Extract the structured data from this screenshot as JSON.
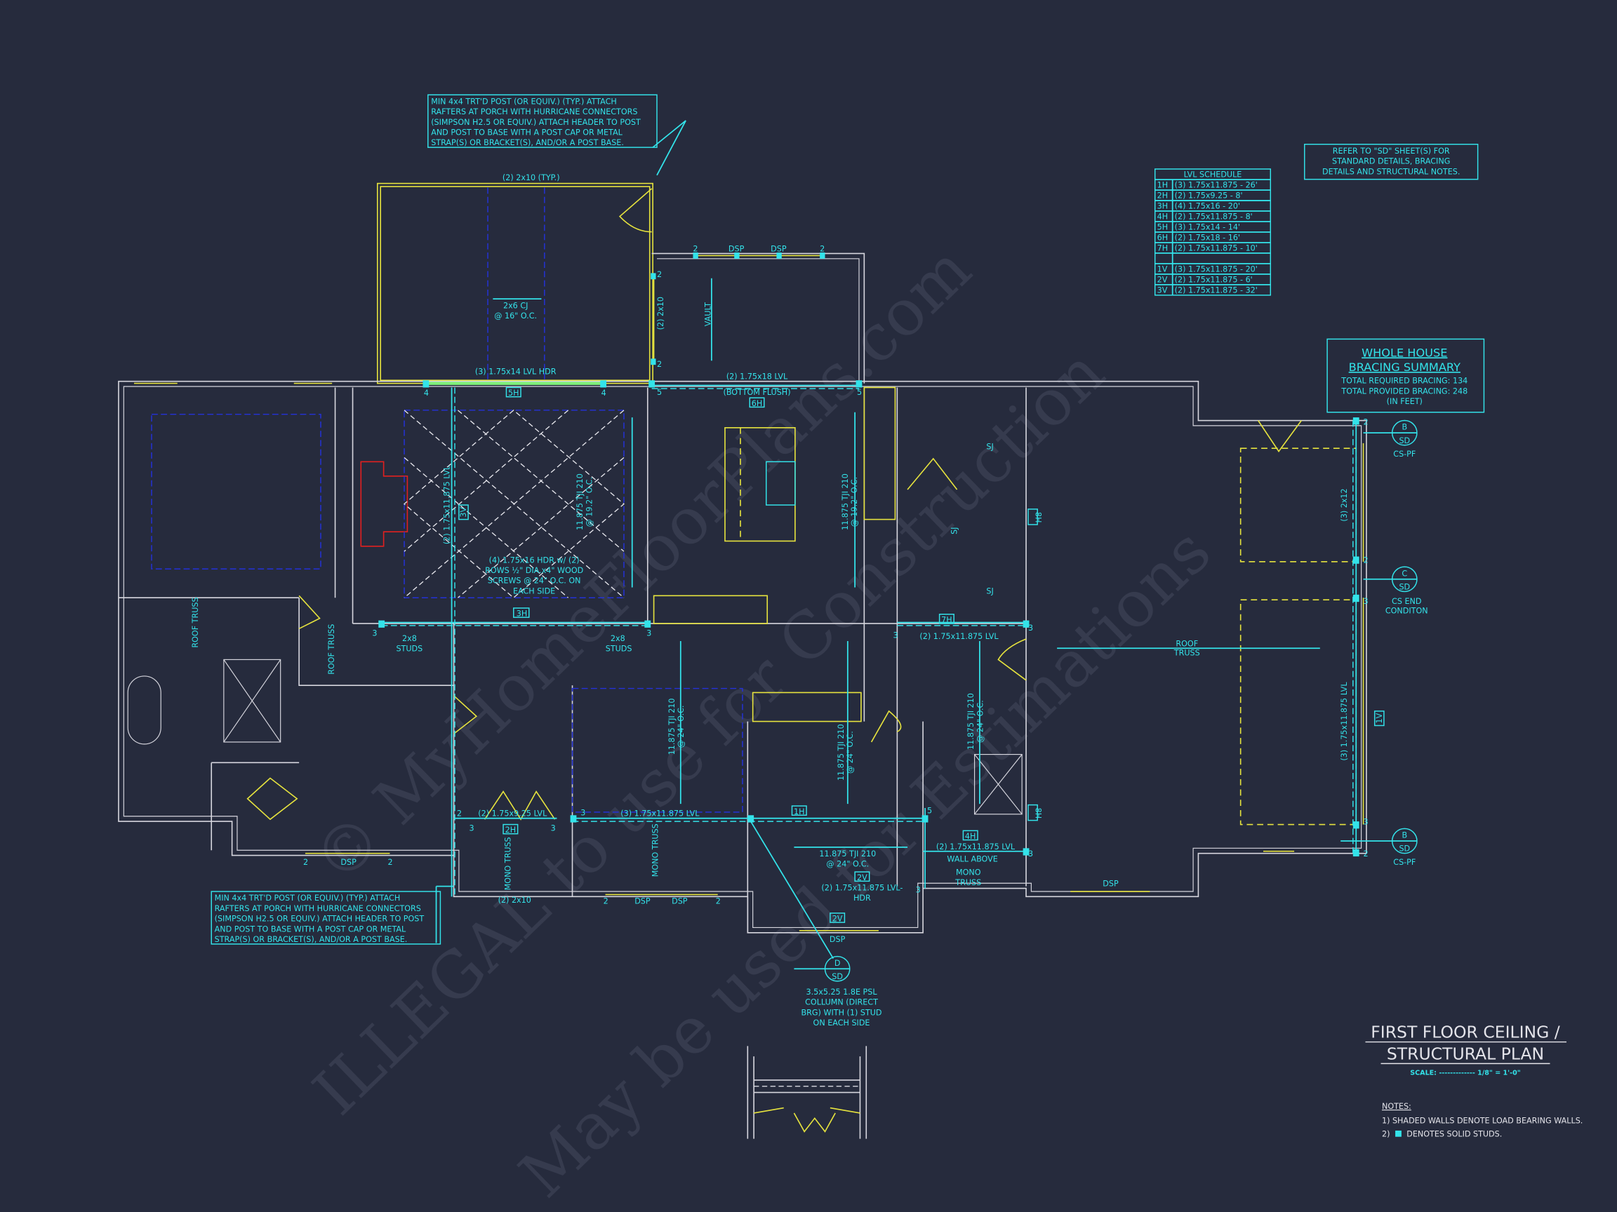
{
  "colors": {
    "background": "#262b3d",
    "structural": "#33e3ea",
    "walls": "#d6d6de",
    "bearing": "#e6e33e",
    "ceiling_outline": "#2432d8",
    "fireplace": "#e02020"
  },
  "porch_note_top": [
    "MIN 4x4 TRT'D POST (OR EQUIV.) (TYP.) ATTACH",
    "RAFTERS AT PORCH WITH HURRICANE CONNECTORS",
    "(SIMPSON H2.5 OR EQUIV.) ATTACH HEADER TO POST",
    "AND POST TO BASE WITH A POST CAP OR METAL",
    "STRAP(S) OR BRACKET(S), AND/OR A POST BASE."
  ],
  "porch_note_bottom": [
    "MIN 4x4 TRT'D POST (OR EQUIV.) (TYP.) ATTACH",
    "RAFTERS AT PORCH WITH HURRICANE CONNECTORS",
    "(SIMPSON H2.5 OR EQUIV.) ATTACH HEADER TO POST",
    "AND POST TO BASE WITH A POST CAP OR METAL",
    "STRAP(S) OR BRACKET(S), AND/OR A POST BASE."
  ],
  "refer_note": [
    "REFER TO \"SD\"  SHEET(S) FOR",
    "STANDARD DETAILS, BRACING",
    "DETAILS AND STRUCTURAL NOTES."
  ],
  "lvl_schedule": {
    "title": "LVL SCHEDULE",
    "rows": [
      {
        "id": "1H",
        "spec": "(3) 1.75x11.875 - 26'"
      },
      {
        "id": "2H",
        "spec": "(2) 1.75x9.25 - 8'"
      },
      {
        "id": "3H",
        "spec": "(4) 1.75x16 - 20'"
      },
      {
        "id": "4H",
        "spec": "(2) 1.75x11.875 - 8'"
      },
      {
        "id": "5H",
        "spec": "(3) 1.75x14 - 14'"
      },
      {
        "id": "6H",
        "spec": "(2) 1.75x18 - 16'"
      },
      {
        "id": "7H",
        "spec": "(2) 1.75x11.875 - 10'"
      },
      {
        "id": "",
        "spec": ""
      },
      {
        "id": "1V",
        "spec": "(3) 1.75x11.875 - 20'"
      },
      {
        "id": "2V",
        "spec": "(2) 1.75x11.875 - 6'"
      },
      {
        "id": "3V",
        "spec": "(2) 1.75x11.875 - 32'"
      }
    ]
  },
  "bracing": {
    "title1": "WHOLE HOUSE",
    "title2": "BRACING SUMMARY",
    "required": "TOTAL REQUIRED BRACING: 134",
    "provided": "TOTAL PROVIDED BRACING: 248",
    "unit": "(IN FEET)"
  },
  "title_block": {
    "line1": "FIRST FLOOR CEILING /",
    "line2": "STRUCTURAL PLAN",
    "scale": "SCALE: ------------- 1/8\" = 1'-0\"",
    "notes_heading": "NOTES:",
    "note1": "1) SHADED WALLS DENOTE LOAD BEARING WALLS.",
    "note2_prefix": "2)",
    "note2": "DENOTES SOLID STUDS."
  },
  "watermarks": [
    "© MyHomeFloorPlans.com",
    "ILLEGAL to use for Construction",
    "May be used for Estimations"
  ],
  "callouts": {
    "b_top": {
      "top": "B",
      "bottom": "SD",
      "ref": "CS-PF"
    },
    "c_mid": {
      "top": "C",
      "bottom": "SD",
      "ref1": "CS END",
      "ref2": "CONDITON"
    },
    "b_bot": {
      "top": "B",
      "bottom": "SD",
      "ref": "CS-PF"
    },
    "d": {
      "top": "D",
      "bottom": "SD",
      "desc": [
        "3.5x5.25 1.8E PSL",
        "COLLUMN (DIRECT",
        "BRG) WITH (1) STUD",
        "ON EACH SIDE"
      ]
    }
  },
  "labels": {
    "porch_2x10_typ": "(2) 2x10 (TYP.)",
    "cj1": "2x6 CJ",
    "cj2": "@ 16\" O.C.",
    "vault": "VAULT",
    "vault_2x10": "(2) 2x10",
    "hdr_5h": "(3) 1.75x14 LVL HDR",
    "tag_5h": "5H",
    "lvl_6h": "(2) 1.75x18 LVL",
    "bottom_flush": "(BOTTOM FLUSH)",
    "tag_6h": "6H",
    "lvl_3v": "(2) 1.75x11.875 LVL",
    "tag_3v": "3V",
    "tji_192_a1": "11.875 TJI 210",
    "tji_192_a2": "@ 19.2\" O.C.",
    "tji_192_b1": "11.875 TJI 210",
    "tji_192_b2": "@ 19.2\" O.C.",
    "hdr_3h": [
      "(4) 1.75x16 HDR w/ (2)",
      "ROWS ½\" DIA.x4\" WOOD",
      "SCREWS @ 24\" O.C. ON",
      "EACH SIDE"
    ],
    "tag_3h": "3H",
    "studs_a1": "2x8",
    "studs_a2": "STUDS",
    "studs_b1": "2x8",
    "studs_b2": "STUDS",
    "roof_truss_a": "ROOF TRUSS",
    "roof_truss_b": "ROOF TRUSS",
    "tji_24_a1": "11.875 TJI 210",
    "tji_24_a2": "@ 24\" O.C.",
    "tji_24_b1": "11.875 TJI 210",
    "tji_24_b2": "@ 24\" O.C.",
    "tji_24_c1": "11.875 TJI 210",
    "tji_24_c2": "@ 24\" O.C.",
    "tji_24_d1": "11.875 TJI 210",
    "tji_24_d2": "@ 24\" O.C.",
    "lvl_2h": "(2) 1.75x9.25 LVL",
    "tag_2h": "2H",
    "mono_a": "MONO TRUSS",
    "porch_2x10": "(2) 2x10",
    "lvl_1h": "(3) 1.75x11.875 LVL",
    "tag_1h": "1H",
    "mono_b": "MONO TRUSS",
    "tag_2v_a": "2V",
    "hdr_2v1": "(2) 1.75x11.875 LVL-",
    "hdr_2v2": "HDR",
    "tag_2v_b": "2V",
    "tag_4h": "4H",
    "lvl_4h": "(2) 1.75x11.875 LVL",
    "wall_above": "WALL ABOVE",
    "mono_c1": "MONO",
    "mono_c2": "TRUSS",
    "lvl_7h": "(2) 1.75x11.875 LVL",
    "tag_7h": "7H",
    "sj_a": "SJ",
    "sj_b": "SJ",
    "sj_c": "SJ",
    "tag_8h_a": "8H",
    "tag_8h_b": "8H",
    "roof_truss_c1": "ROOF",
    "roof_truss_c2": "TRUSS",
    "lvl_1v": "(3) 1.75x11.875 LVL",
    "tag_1v": "1V",
    "garage_2x12": "(3) 2x12",
    "dsp": "DSP",
    "n2": "2",
    "n3": "3",
    "n4": "4",
    "n5": "5"
  }
}
